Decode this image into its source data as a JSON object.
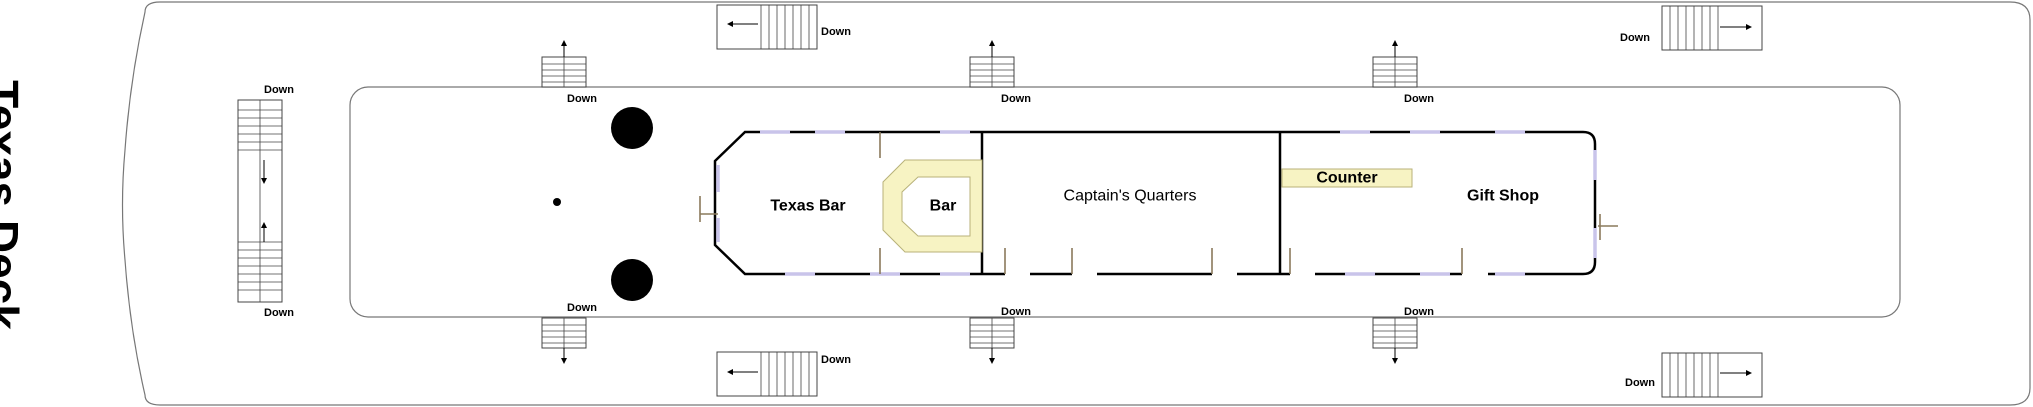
{
  "deck_title": "Texas Deck",
  "rooms": {
    "texas_bar": "Texas Bar",
    "bar": "Bar",
    "captains_quarters": "Captain's Quarters",
    "counter": "Counter",
    "gift_shop": "Gift Shop"
  },
  "stair_label": "Down",
  "colors": {
    "counter_fill": "#f7f3c3",
    "window": "#c9c4ea",
    "door": "#8a7a5c"
  }
}
